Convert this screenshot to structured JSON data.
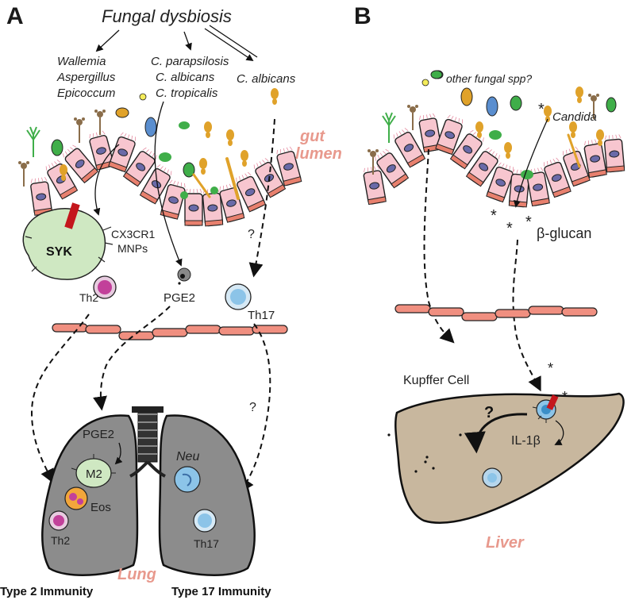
{
  "panel_a": {
    "letter": "A",
    "title": "Fungal dysbiosis",
    "fungi_group_1": [
      "Wallemia",
      "Aspergillus",
      "Epicoccum"
    ],
    "fungi_group_2": [
      "C. parapsilosis",
      "C. albicans",
      "C. tropicalis"
    ],
    "fungi_group_3": "C. albicans",
    "gut_lumen": [
      "gut",
      "lumen"
    ],
    "syk": "SYK",
    "mnp": [
      "CX3CR1",
      "MNPs"
    ],
    "th2": "Th2",
    "pge2": "PGE2",
    "th17": "Th17",
    "question": "?",
    "lung_pge2": "PGE2",
    "m2": "M2",
    "eos": "Eos",
    "neu": "Neu",
    "lung_th2": "Th2",
    "lung_th17": "Th17",
    "lung": "Lung",
    "type2": "Type 2 Immunity",
    "type17": "Type 17 Immunity"
  },
  "panel_b": {
    "letter": "B",
    "other_fungi": "other fungal spp?",
    "candida": "Candida",
    "beta_glucan": "β-glucan",
    "kupffer": "Kupffer Cell",
    "question": "?",
    "il1b": "IL-1β",
    "liver": "Liver",
    "asterisk": "*"
  },
  "colors": {
    "epithelium": "#f7c6cf",
    "epithelium_base": "#e8806e",
    "endothelium": "#f08f80",
    "salmon_text": "#e8998d",
    "organ_gray": "#8c8c8c",
    "liver_tan": "#c8b79e",
    "mnp_green": "#cfe8c2",
    "th2_magenta": "#c2409a",
    "th17_blue": "#8cc4e8",
    "candida_yellow": "#e0a22a",
    "fungus_green": "#3fae49",
    "syk_red": "#c4161c"
  }
}
